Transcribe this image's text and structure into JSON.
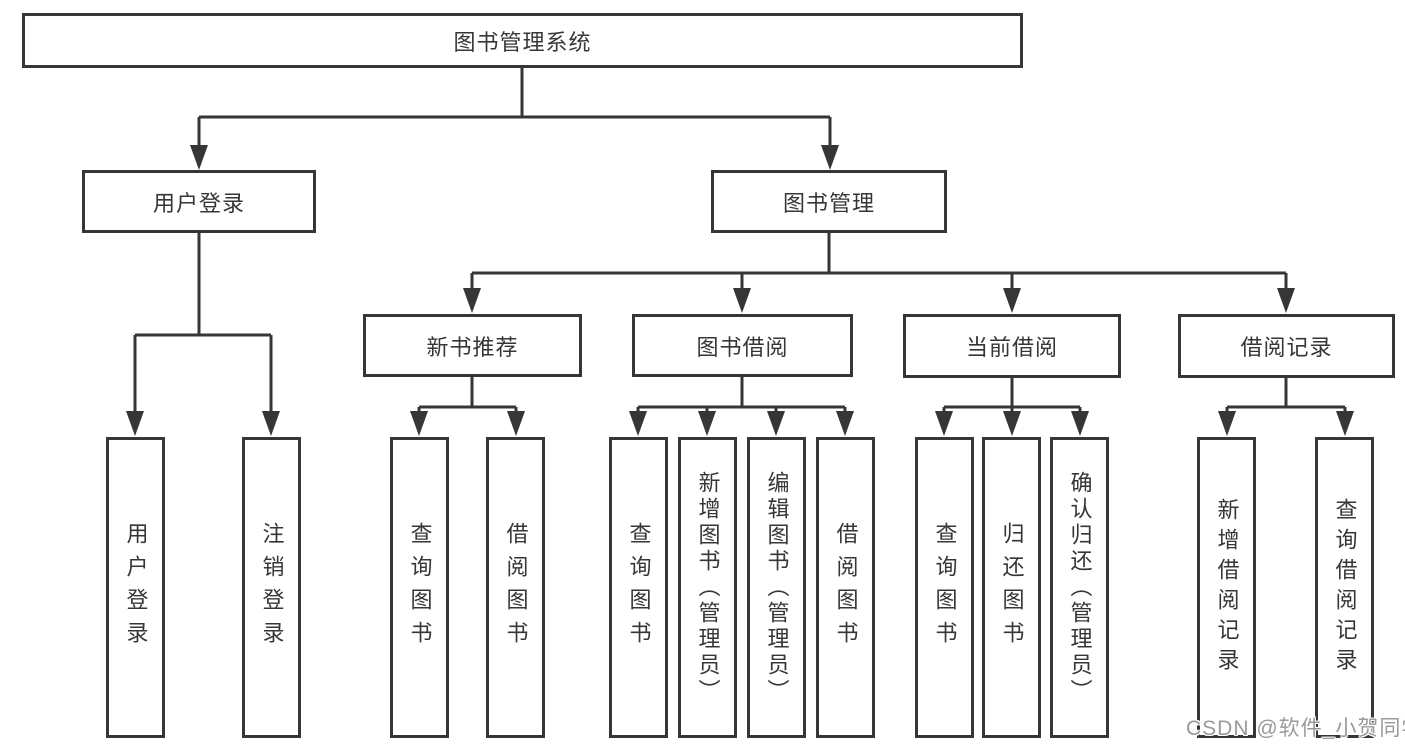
{
  "diagram": {
    "title": "图书管理系统",
    "nodes": {
      "root": "图书管理系统",
      "user_login": "用户登录",
      "book_mgmt": "图书管理",
      "new_book_rec": "新书推荐",
      "book_borrow": "图书借阅",
      "current_borrow": "当前借阅",
      "borrow_record": "借阅记录",
      "leaf_user_login": "用户登录",
      "leaf_logout": "注销登录",
      "nb_query": "查询图书",
      "nb_borrow": "借阅图书",
      "bb_query": "查询图书",
      "bb_add": "新增图书（管理员）",
      "bb_edit": "编辑图书（管理员）",
      "bb_borrow": "借阅图书",
      "cb_query": "查询图书",
      "cb_return": "归还图书",
      "cb_confirm": "确认归还（管理员）",
      "br_add": "新增借阅记录",
      "br_query": "查询借阅记录"
    },
    "edges": [
      {
        "from": "root",
        "to": [
          "user_login",
          "book_mgmt"
        ]
      },
      {
        "from": "user_login",
        "to": [
          "leaf_user_login",
          "leaf_logout"
        ]
      },
      {
        "from": "book_mgmt",
        "to": [
          "new_book_rec",
          "book_borrow",
          "current_borrow",
          "borrow_record"
        ]
      },
      {
        "from": "new_book_rec",
        "to": [
          "nb_query",
          "nb_borrow"
        ]
      },
      {
        "from": "book_borrow",
        "to": [
          "bb_query",
          "bb_add",
          "bb_edit",
          "bb_borrow"
        ]
      },
      {
        "from": "current_borrow",
        "to": [
          "cb_query",
          "cb_return",
          "cb_confirm"
        ]
      },
      {
        "from": "borrow_record",
        "to": [
          "br_add",
          "br_query"
        ]
      }
    ],
    "colors": {
      "line": "#363636",
      "text": "#363636",
      "background": "#ffffff",
      "watermark": "#9a9a9a"
    }
  },
  "watermark": {
    "text": "CSDN @软件_小贺同学"
  }
}
